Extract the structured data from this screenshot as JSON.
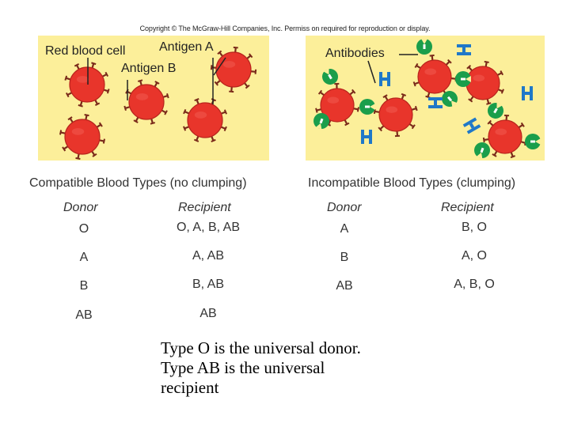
{
  "copyright": "Copyright © The McGraw-Hill Companies, Inc. Permiss on required for reproduction or display.",
  "illustration": {
    "left_labels": {
      "red_blood_cell": "Red blood cell",
      "antigen_a": "Antigen A",
      "antigen_b": "Antigen B"
    },
    "right_labels": {
      "antibodies": "Antibodies"
    },
    "colors": {
      "panel": "#fcef9a",
      "cell": "#e8352b",
      "antibody": "#1a9e4b",
      "antibody_b": "#1f78c8"
    }
  },
  "compatible": {
    "heading": "Compatible Blood Types (no clumping)",
    "donor_label": "Donor",
    "recipient_label": "Recipient",
    "rows": [
      {
        "donor": "O",
        "recipient": "O, A, B, AB"
      },
      {
        "donor": "A",
        "recipient": "A, AB"
      },
      {
        "donor": "B",
        "recipient": "B, AB"
      },
      {
        "donor": "AB",
        "recipient": "AB"
      }
    ]
  },
  "incompatible": {
    "heading": "Incompatible Blood Types (clumping)",
    "donor_label": "Donor",
    "recipient_label": "Recipient",
    "rows": [
      {
        "donor": "A",
        "recipient": "B, O"
      },
      {
        "donor": "B",
        "recipient": "A, O"
      },
      {
        "donor": "AB",
        "recipient": "A, B, O"
      }
    ]
  },
  "footnote": {
    "line1": "Type O is the universal donor.",
    "line2": "Type AB is the universal",
    "line3": "recipient"
  }
}
